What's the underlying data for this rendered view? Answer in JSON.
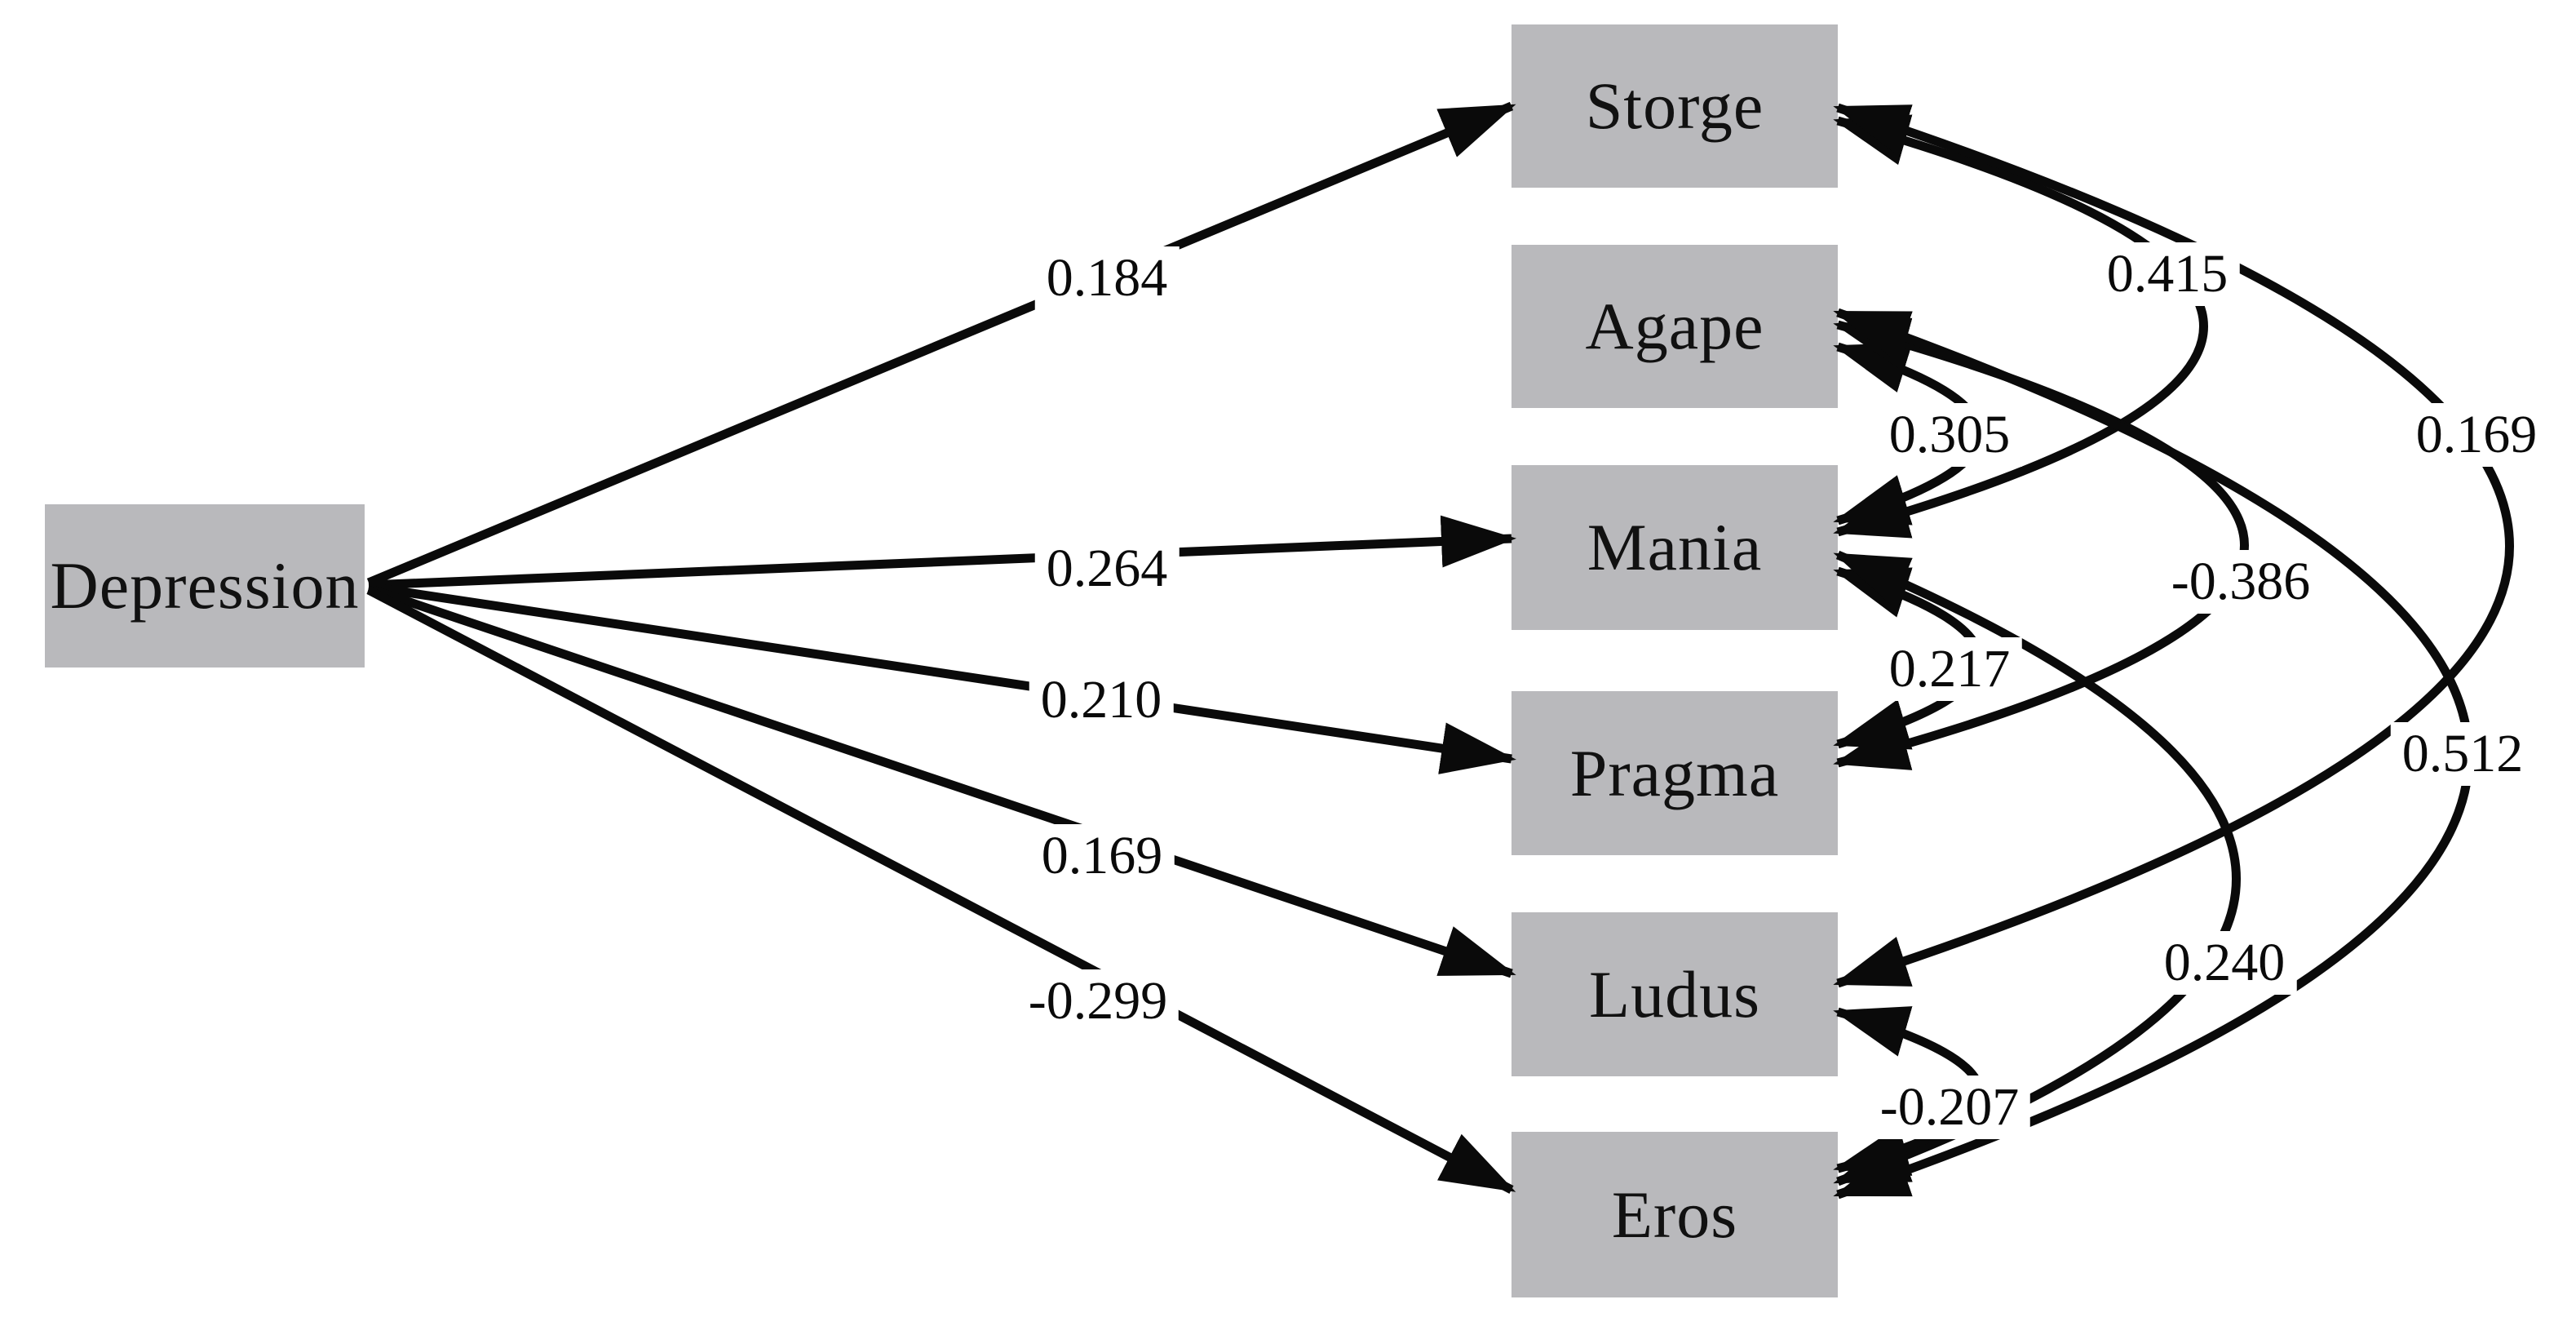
{
  "diagram": {
    "type": "path-model",
    "background_color": "#ffffff",
    "node_fill_color": "#b9b9bc",
    "line_color": "#0a0a0a",
    "predictor": {
      "label": "Depression"
    },
    "outcomes": [
      {
        "label": "Storge"
      },
      {
        "label": "Agape"
      },
      {
        "label": "Mania"
      },
      {
        "label": "Pragma"
      },
      {
        "label": "Ludus"
      },
      {
        "label": "Eros"
      }
    ],
    "paths": [
      {
        "from": "Depression",
        "to": "Storge",
        "coefficient": "0.184"
      },
      {
        "from": "Depression",
        "to": "Mania",
        "coefficient": "0.264"
      },
      {
        "from": "Depression",
        "to": "Pragma",
        "coefficient": "0.210"
      },
      {
        "from": "Depression",
        "to": "Ludus",
        "coefficient": "0.169"
      },
      {
        "from": "Depression",
        "to": "Eros",
        "coefficient": "-0.299"
      }
    ],
    "covariances": [
      {
        "between": [
          "Storge",
          "Mania"
        ],
        "coefficient": "0.415"
      },
      {
        "between": [
          "Storge",
          "Ludus"
        ],
        "coefficient": "0.169"
      },
      {
        "between": [
          "Agape",
          "Mania"
        ],
        "coefficient": "0.305"
      },
      {
        "between": [
          "Agape",
          "Pragma"
        ],
        "coefficient": "-0.386"
      },
      {
        "between": [
          "Agape",
          "Eros"
        ],
        "coefficient": "0.512"
      },
      {
        "between": [
          "Mania",
          "Pragma"
        ],
        "coefficient": "0.217"
      },
      {
        "between": [
          "Mania",
          "Eros"
        ],
        "coefficient": "0.240"
      },
      {
        "between": [
          "Ludus",
          "Eros"
        ],
        "coefficient": "-0.207"
      }
    ]
  }
}
